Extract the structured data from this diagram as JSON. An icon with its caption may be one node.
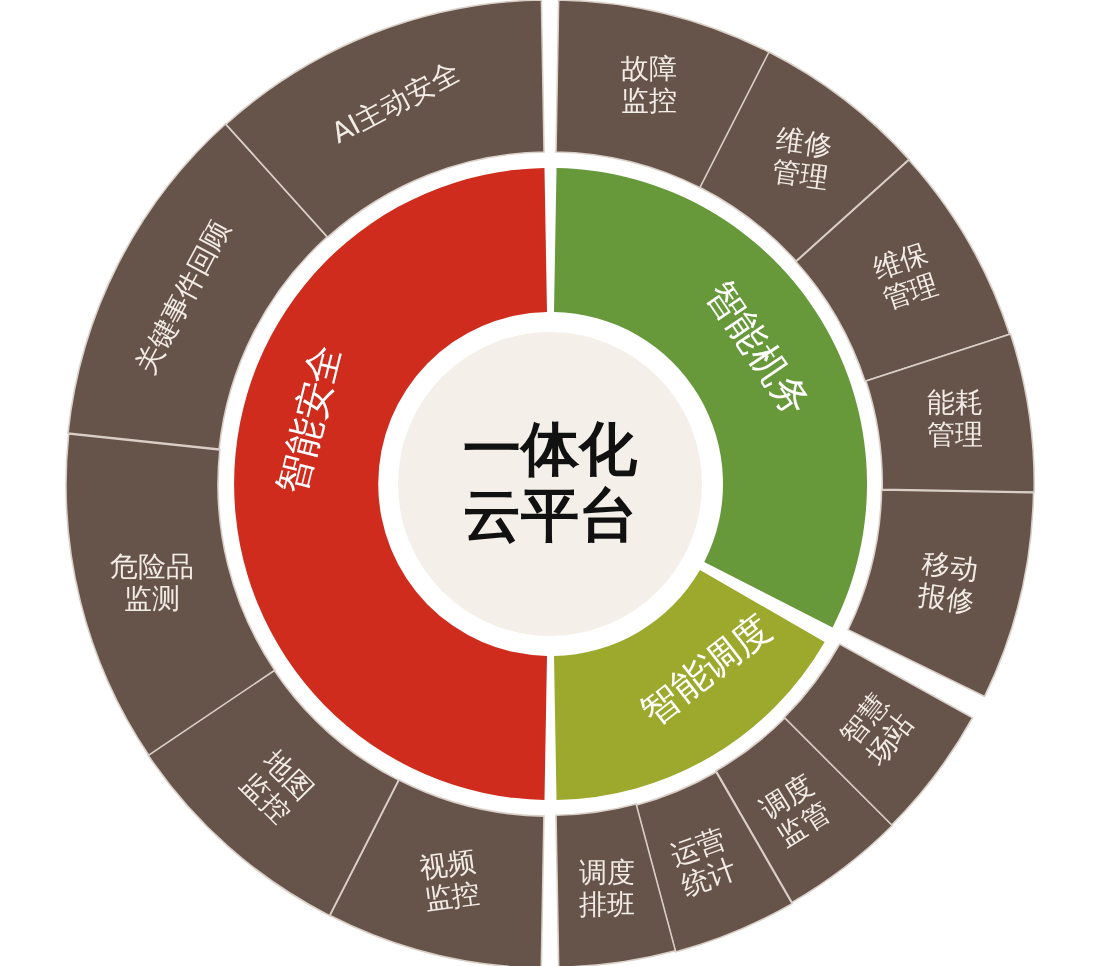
{
  "diagram": {
    "nodes": [
      {
        "text": [
          "一体化云平台"
        ]
      },
      {
        "text": [
          "智能安全"
        ]
      },
      {
        "text": [
          "智能机务"
        ]
      },
      {
        "text": [
          "智能调度"
        ]
      },
      {
        "text": [
          "故障监控"
        ]
      },
      {
        "text": [
          "维修管理"
        ]
      },
      {
        "text": [
          "维保管理"
        ]
      },
      {
        "text": [
          "能耗管理"
        ]
      },
      {
        "text": [
          "移动报修"
        ]
      },
      {
        "text": [
          "智慧场站"
        ]
      },
      {
        "text": [
          "调度监管"
        ]
      },
      {
        "text": [
          "运营统计"
        ]
      },
      {
        "text": [
          "调度排班"
        ]
      },
      {
        "text": [
          "视频监控"
        ]
      },
      {
        "text": [
          "地图监控"
        ]
      },
      {
        "text": [
          "危险品监测"
        ]
      },
      {
        "text": [
          "关键事件回顾"
        ]
      },
      {
        "text": [
          "AI主动安全"
        ]
      }
    ]
  }
}
